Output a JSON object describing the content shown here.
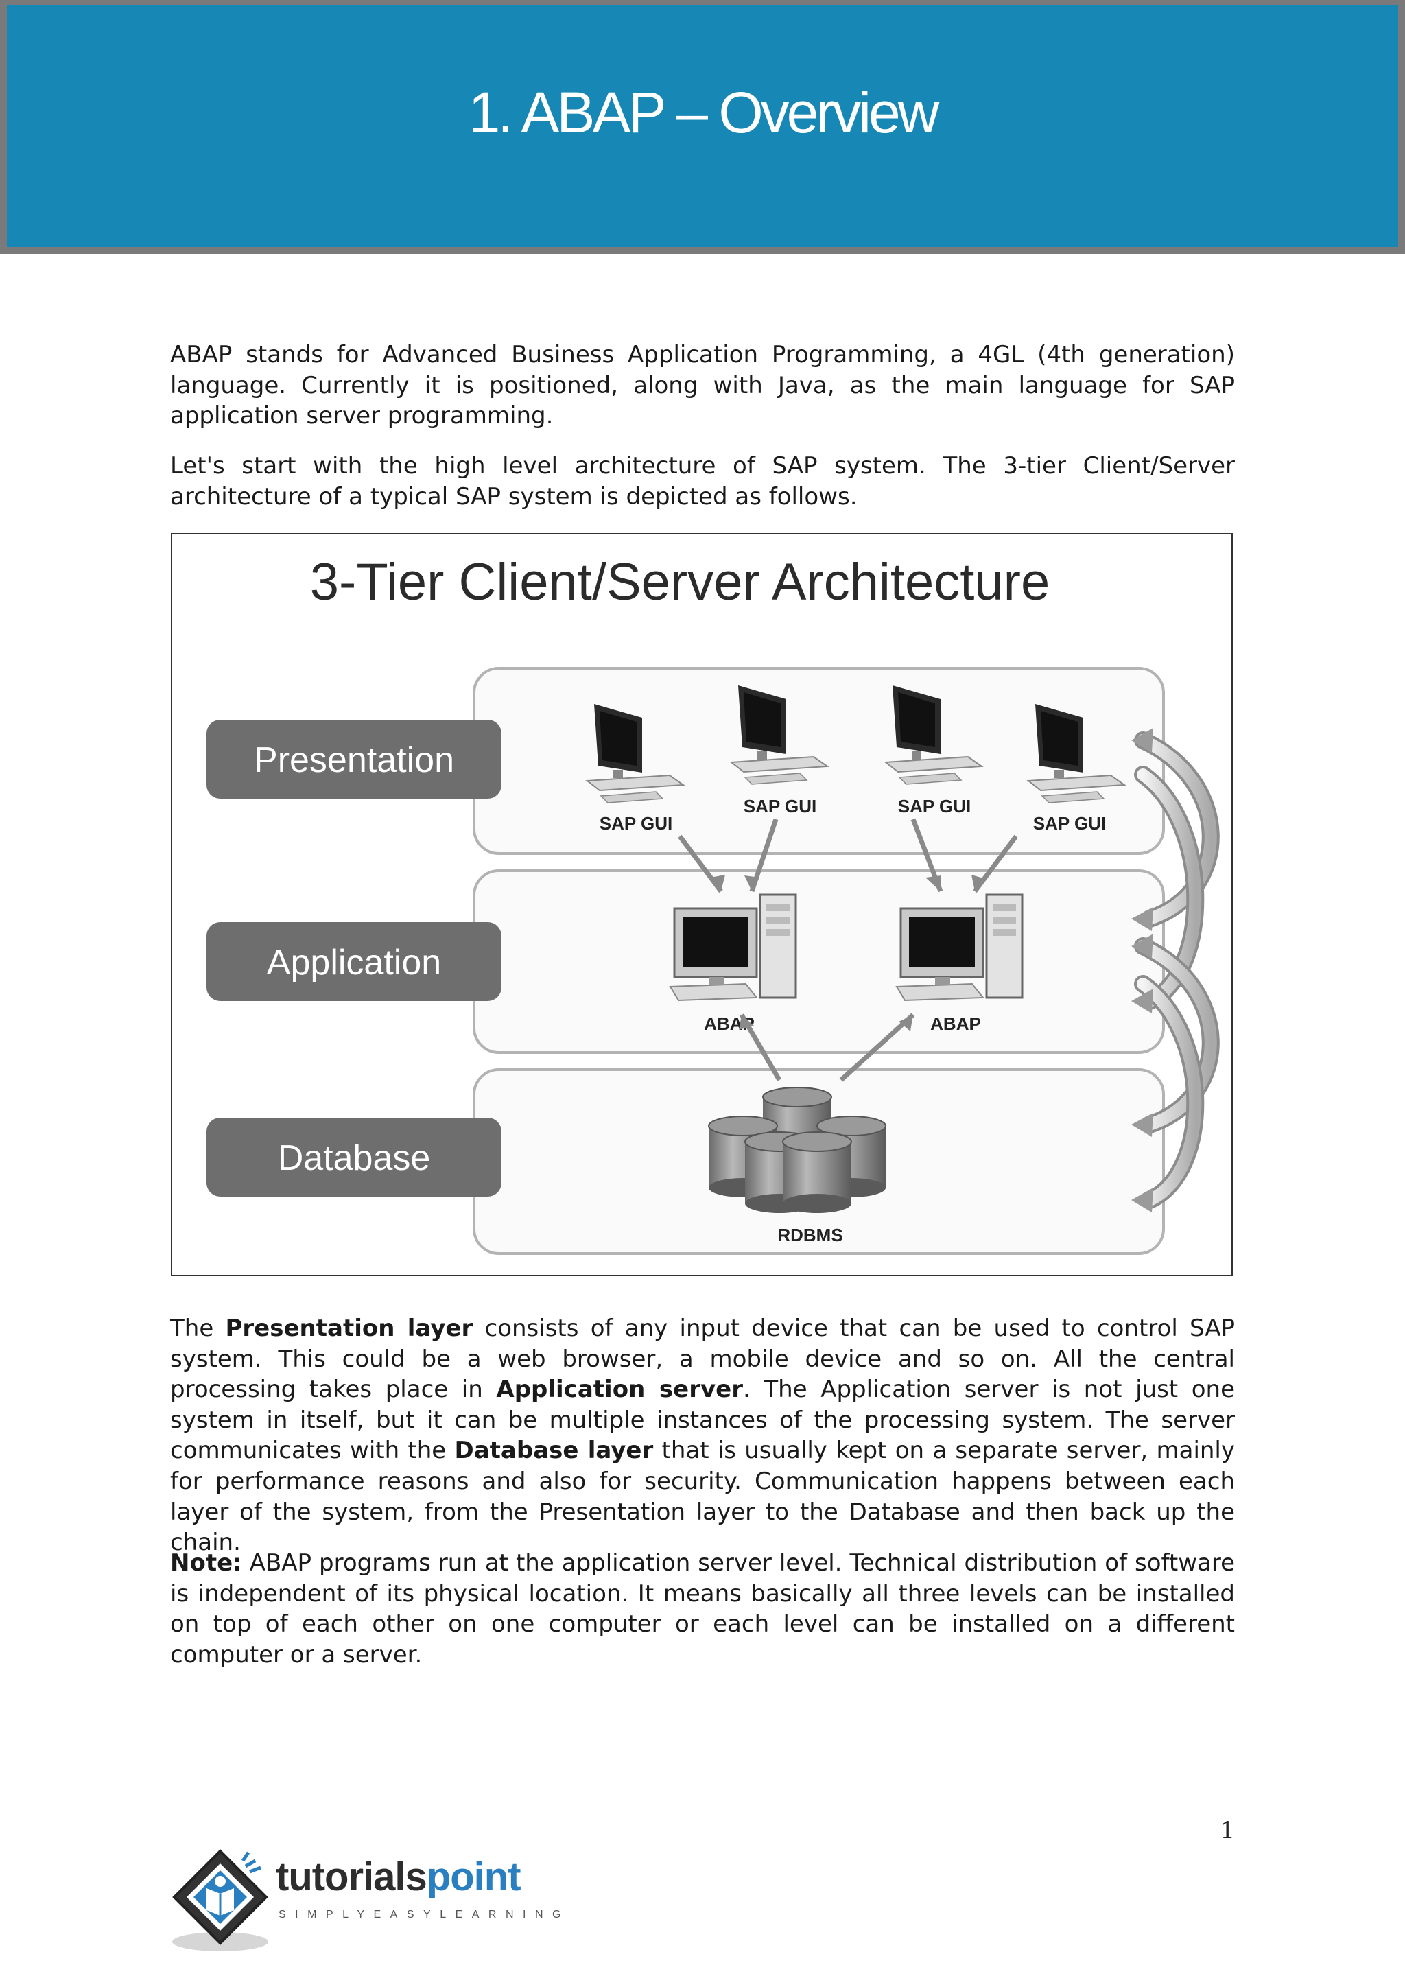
{
  "header": {
    "title": "1.   ABAP – Overview"
  },
  "body": {
    "intro_p1": "ABAP stands for Advanced Business Application Programming, a 4GL (4th generation) language. Currently it is positioned, along with Java, as the main language for SAP application server programming.",
    "intro_p2": "Let's start with the high level architecture of SAP system. The 3-tier Client/Server architecture of a typical SAP system is depicted as follows.",
    "layers_p": {
      "t1": "The ",
      "b1": "Presentation layer",
      "t2": " consists of any input device that can be used to control SAP system. This could be a web browser, a mobile device and so on. All the central processing takes place in ",
      "b2": "Application server",
      "t3": ". The Application server is not just one system in itself, but it can be multiple instances of the processing system. The server communicates with the ",
      "b3": "Database layer",
      "t4": " that is usually kept on a separate server, mainly for performance reasons and also for security. Communication happens between each layer of the system, from the Presentation layer to the Database and then back up the chain."
    },
    "note_p": {
      "label": "Note:",
      "text": " ABAP programs run at the application server level. Technical distribution of software is independent of its physical location. It means basically all three levels can be installed on top of each other on one computer or each level can be installed on a different computer or a server."
    }
  },
  "figure": {
    "title": "3-Tier Client/Server Architecture",
    "layers": [
      "Presentation",
      "Application",
      "Database"
    ],
    "clients": [
      "SAP GUI",
      "SAP GUI",
      "SAP GUI",
      "SAP GUI"
    ],
    "servers": [
      "ABAP",
      "ABAP"
    ],
    "database": "RDBMS"
  },
  "footer": {
    "page_number": "1",
    "logo_name_1": "tutorials",
    "logo_name_2": "point",
    "logo_tagline": "SIMPLYEASYLEARNING"
  },
  "colors": {
    "banner": "#1787b6",
    "layer_label_bg": "#6e6e6e",
    "logo_accent": "#2a7fc0"
  }
}
